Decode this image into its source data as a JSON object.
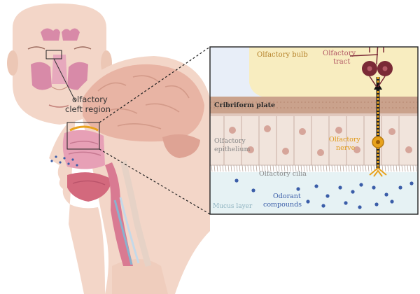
{
  "labels": {
    "cleft_line1": "olfactory",
    "cleft_line2": "cleft region",
    "bulb": "Olfactory bulb",
    "tract_line1": "Olfactory",
    "tract_line2": "tract",
    "cribriform": "Cribriform plate",
    "epithelium_line1": "Olfactory",
    "epithelium_line2": "epithelium",
    "nerve_line1": "Olfactory",
    "nerve_line2": "nerve",
    "cilia": "Olfactory cilia",
    "mucus": "Mucus layer",
    "odorant_line1": "Odorant",
    "odorant_line2": "compounds"
  },
  "colors": {
    "skin": "#f3d6c8",
    "skin_dark": "#e9bfa9",
    "brain": "#e8b4a4",
    "sinus": "#d88aa8",
    "bulb_fill": "#f8edc0",
    "bulb_text": "#b5822a",
    "cribriform": "#c9a08a",
    "neuron": "#7a2a36",
    "nerve": "#e8a21c",
    "mucus": "#e6f2f4",
    "odorant": "#3a5da8",
    "mucus_text": "#8fb3c0"
  }
}
